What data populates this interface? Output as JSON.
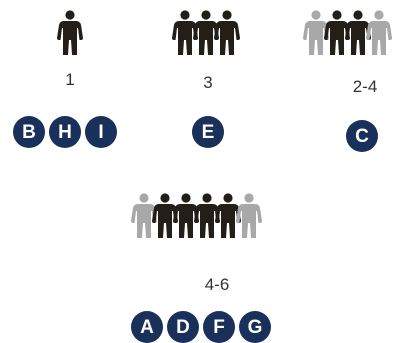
{
  "colors": {
    "figure_dark": "#241e19",
    "figure_light": "#a8a8a8",
    "badge_fill": "#18305a",
    "badge_text": "#ffffff",
    "label_text": "#333333"
  },
  "groups": [
    {
      "label": "1",
      "figures": [
        "dark"
      ],
      "badges": [
        "B",
        "H",
        "I"
      ]
    },
    {
      "label": "3",
      "figures": [
        "dark",
        "dark",
        "dark"
      ],
      "badges": [
        "E"
      ]
    },
    {
      "label": "2-4",
      "figures": [
        "light",
        "dark",
        "dark",
        "light"
      ],
      "badges": [
        "C"
      ]
    },
    {
      "label": "4-6",
      "figures": [
        "light",
        "dark",
        "dark",
        "dark",
        "dark",
        "light"
      ],
      "badges": [
        "A",
        "D",
        "F",
        "G"
      ]
    }
  ],
  "icons": {
    "figure": "person-icon"
  }
}
